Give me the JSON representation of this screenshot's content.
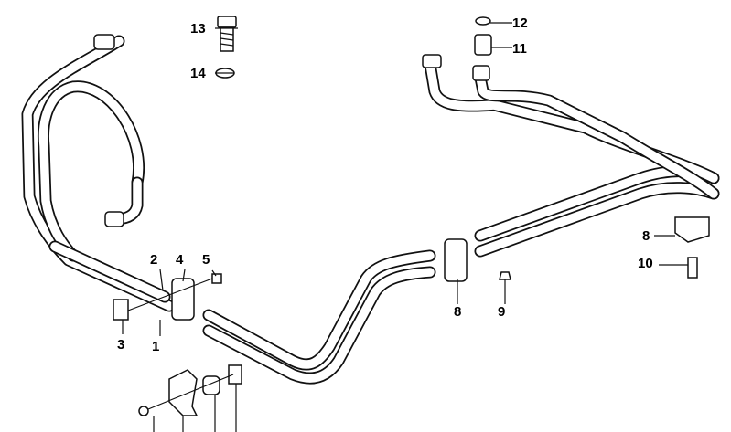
{
  "diagram": {
    "type": "exploded parts diagram",
    "part_labels": [
      {
        "id": "l13",
        "text": "13"
      },
      {
        "id": "l12",
        "text": "12"
      },
      {
        "id": "l11",
        "text": "11"
      },
      {
        "id": "l14",
        "text": "14"
      },
      {
        "id": "l2",
        "text": "2"
      },
      {
        "id": "l4",
        "text": "4"
      },
      {
        "id": "l5",
        "text": "5"
      },
      {
        "id": "l3",
        "text": "3"
      },
      {
        "id": "l1",
        "text": "1"
      },
      {
        "id": "l8a",
        "text": "8"
      },
      {
        "id": "l9",
        "text": "9"
      },
      {
        "id": "l8b",
        "text": "8"
      },
      {
        "id": "l10",
        "text": "10"
      }
    ]
  }
}
